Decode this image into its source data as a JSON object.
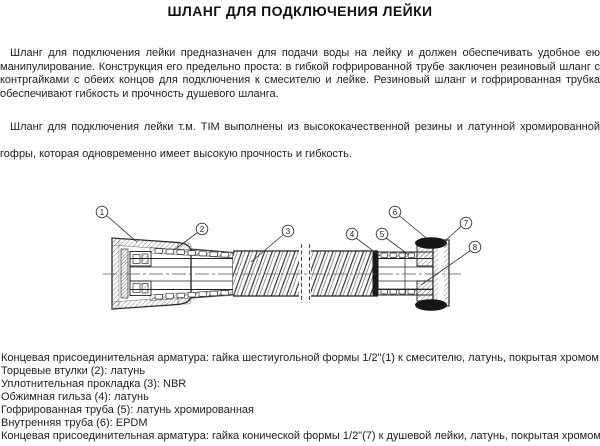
{
  "title": "ШЛАНГ ДЛЯ ПОДКЛЮЧЕНИЯ ЛЕЙКИ",
  "paragraphs": [
    "Шланг для подключения лейки предназначен для подачи воды на лейку и должен обеспечивать удобное ею манипулирование. Конструкция его предельно проста: в гибкой гофрированной трубе заключен резиновый шланг с контргайками с обеих концов для подключения к смесителю и лейке. Резиновый шланг и гофрированная трубка обеспечивают гибкость и прочность душевого шланга.",
    "Шланг для подключения лейки т.м. TIM выполнены из высококачественной резины и латунной хромированной гофры, которая одновременно имеет высокую прочность и гибкость."
  ],
  "diagram": {
    "description": "Cross-section drawing of shower hose with numbered callouts",
    "callouts": [
      "1",
      "2",
      "3",
      "4",
      "5",
      "6",
      "7",
      "8"
    ]
  },
  "legend": [
    "Концевая присоединительная арматура: гайка шестиугольной формы 1/2\"(1) к смесителю, латунь, покрытая хромом",
    "Торцевые втулки (2): латунь",
    "Уплотнительная прокладка (3): NBR",
    "Обжимная гильза (4): латунь",
    "Гофрированная труба (5): латунь хромированная",
    "Внутренняя труба (6): EPDM",
    "Концевая присоединительная арматура: гайка конической формы 1/2\"(7) к душевой лейки, латунь, покрытая хромом"
  ],
  "colors": {
    "background": "#ffffff",
    "text": "#1c1c1c",
    "drawing_line": "#2b2b2b"
  }
}
